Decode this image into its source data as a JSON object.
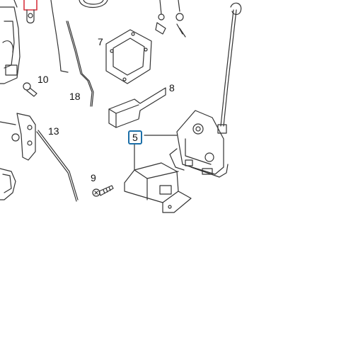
{
  "diagram": {
    "callouts": [
      {
        "id": "5",
        "label": "5",
        "highlighted": true
      },
      {
        "id": "7",
        "label": "7"
      },
      {
        "id": "8",
        "label": "8"
      },
      {
        "id": "9",
        "label": "9"
      },
      {
        "id": "10",
        "label": "10"
      },
      {
        "id": "13",
        "label": "13"
      },
      {
        "id": "18",
        "label": "18"
      }
    ]
  },
  "colors": {
    "line": "#333333",
    "highlight_box": "#1b6fa8",
    "marker_red": "#d9333f",
    "background": "#ffffff"
  }
}
